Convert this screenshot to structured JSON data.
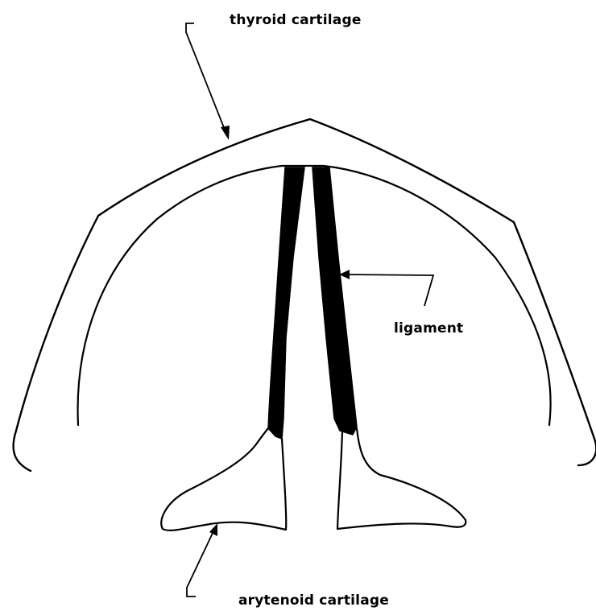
{
  "labels": {
    "thyroid": "thyroid cartilage",
    "ligament": "ligament",
    "arytenoid": "arytenoid cartilage"
  },
  "colors": {
    "line": "#000000",
    "background": "#ffffff"
  }
}
